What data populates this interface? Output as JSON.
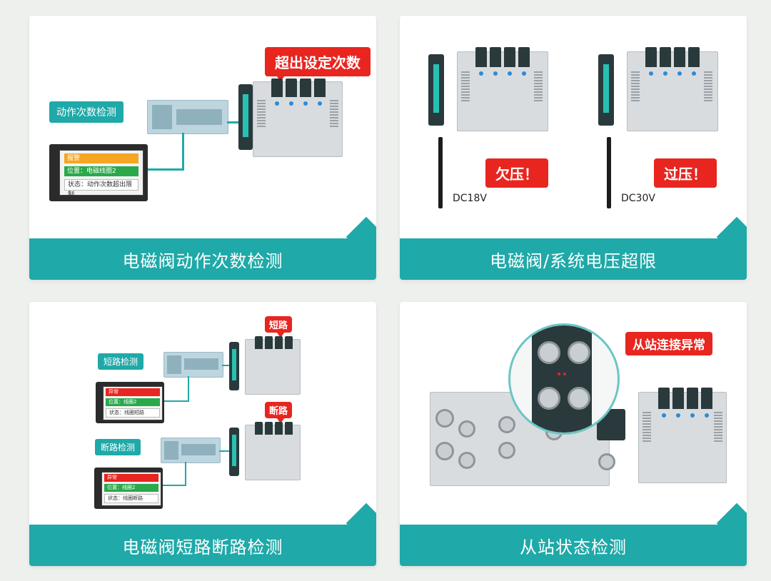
{
  "cards": [
    {
      "title": "电磁阀动作次数检测",
      "tags": [
        "动作次数检测"
      ],
      "alerts": [
        "超出设定次数"
      ],
      "hmi_rows": [
        "报警",
        "位置：电磁线圈2",
        "状态：动作次数超出限制"
      ]
    },
    {
      "title": "电磁阀/系统电压超限",
      "alerts": [
        "欠压！",
        "过压！"
      ],
      "voltages": [
        "DC18V",
        "DC30V"
      ]
    },
    {
      "title": "电磁阀短路断路检测",
      "tags": [
        "短路检测",
        "断路检测"
      ],
      "alerts": [
        "短路",
        "断路"
      ],
      "hmi1_rows": [
        "异常",
        "位置：线圈2",
        "状态：线圈短路"
      ],
      "hmi2_rows": [
        "异常",
        "位置：线圈2",
        "状态：线圈断路"
      ]
    },
    {
      "title": "从站状态检测",
      "alerts": [
        "从站连接异常"
      ]
    }
  ],
  "colors": {
    "accent": "#1fa9a8",
    "alert": "#e8251f",
    "warning": "#f5a623",
    "ok": "#2aa84a",
    "background": "#eef0ee"
  },
  "icons": [
    "valve-terminal-icon",
    "plc-icon",
    "hmi-icon",
    "m12-connector-icon"
  ]
}
